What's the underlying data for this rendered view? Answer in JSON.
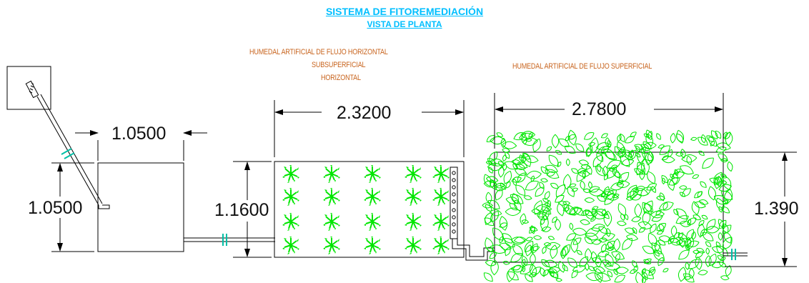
{
  "title": "SISTEMA DE FITOREMEDIACIÓN",
  "subtitle": "VISTA DE PLANTA",
  "subsurface_label": [
    "HUMEDAL ARTIFICIAL DE FLUJO HORIZONTAL",
    "SUBSUPERFICIAL",
    "HORIZONTAL"
  ],
  "surface_label": "HUMEDAL ARTIFICIAL DE FLUJO SUPERFICIAL",
  "dimensions": {
    "tank_width": "1.0500",
    "tank_height": "1.0500",
    "subsurface_width": "2.3200",
    "subsurface_height": "1.1600",
    "surface_width": "2.7800",
    "surface_height": "1.390"
  },
  "colors": {
    "title": "#00bfff",
    "labels": "#c8641e",
    "plants": "#00e600",
    "valves": "#00bfa6",
    "lines": "#000000"
  },
  "icons": [
    "valve-icon",
    "plant-icon",
    "dense-vegetation",
    "filter-icon"
  ]
}
